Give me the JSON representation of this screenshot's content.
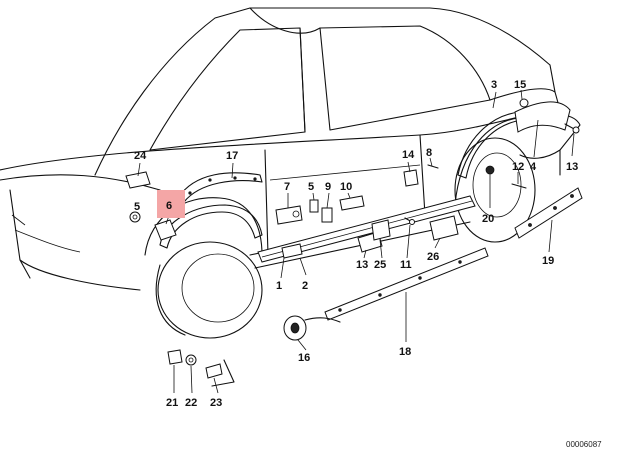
{
  "diagram": {
    "reference_code": "00006087",
    "highlight_color": "#f4a6a6",
    "highlighted_label": "6",
    "callouts": [
      {
        "id": "c1",
        "label": "1"
      },
      {
        "id": "c2",
        "label": "2"
      },
      {
        "id": "c3",
        "label": "3"
      },
      {
        "id": "c4",
        "label": "4"
      },
      {
        "id": "c5a",
        "label": "5"
      },
      {
        "id": "c5b",
        "label": "5"
      },
      {
        "id": "c6",
        "label": "6"
      },
      {
        "id": "c7",
        "label": "7"
      },
      {
        "id": "c8",
        "label": "8"
      },
      {
        "id": "c9",
        "label": "9"
      },
      {
        "id": "c10",
        "label": "10"
      },
      {
        "id": "c11",
        "label": "11"
      },
      {
        "id": "c12",
        "label": "12"
      },
      {
        "id": "c13a",
        "label": "13"
      },
      {
        "id": "c13b",
        "label": "13"
      },
      {
        "id": "c14",
        "label": "14"
      },
      {
        "id": "c15",
        "label": "15"
      },
      {
        "id": "c16",
        "label": "16"
      },
      {
        "id": "c17",
        "label": "17"
      },
      {
        "id": "c18",
        "label": "18"
      },
      {
        "id": "c19",
        "label": "19"
      },
      {
        "id": "c20",
        "label": "20"
      },
      {
        "id": "c21",
        "label": "21"
      },
      {
        "id": "c22",
        "label": "22"
      },
      {
        "id": "c23",
        "label": "23"
      },
      {
        "id": "c24",
        "label": "24"
      },
      {
        "id": "c25",
        "label": "25"
      },
      {
        "id": "c26",
        "label": "26"
      }
    ]
  }
}
